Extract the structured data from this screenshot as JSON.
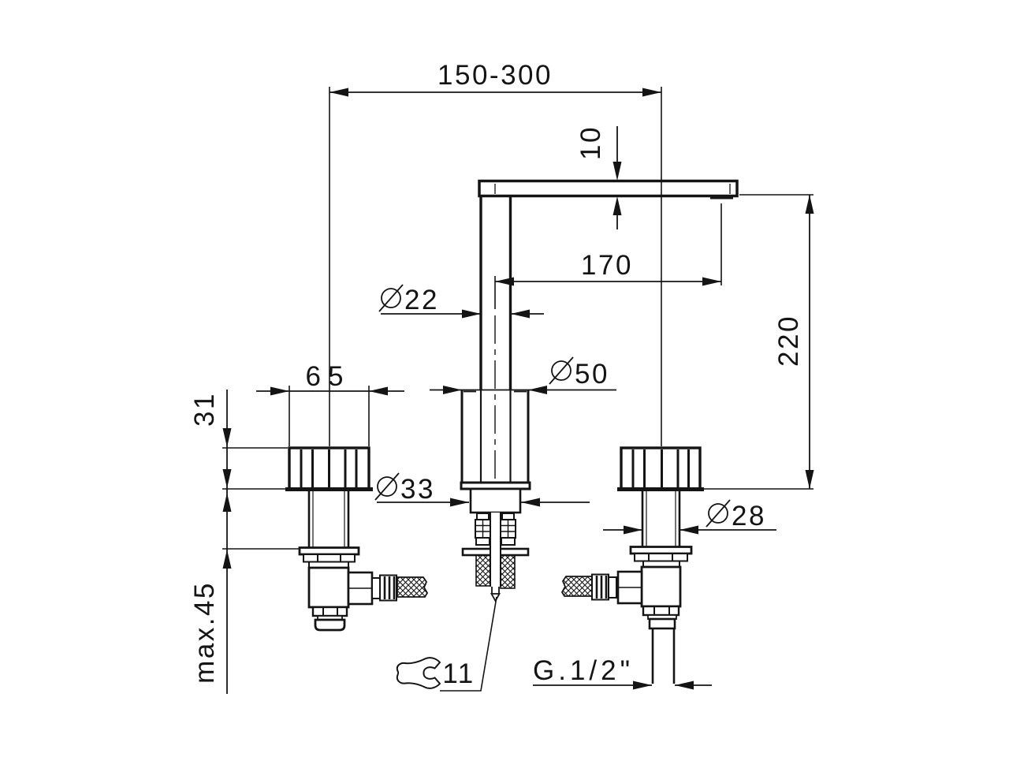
{
  "drawing": {
    "type": "technical-dimension-drawing",
    "subject": "3-hole basin mixer faucet installation dimensions",
    "line_color": "#141414",
    "background_color": "#ffffff",
    "diameter_symbol": "⌀",
    "labels": {
      "center_spread": "150-300",
      "spout_bar_thickness": "10",
      "spout_reach": "170",
      "spout_height": "220",
      "spout_tube_diameter_value": "22",
      "base_diameter_value": "50",
      "handle_width": "65",
      "handle_height": "31",
      "collar_diameter_value": "33",
      "shank_diameter_value": "28",
      "max_deck_thickness": "max.45",
      "wrench_size": "11",
      "thread_size": "G.1/2\""
    }
  }
}
